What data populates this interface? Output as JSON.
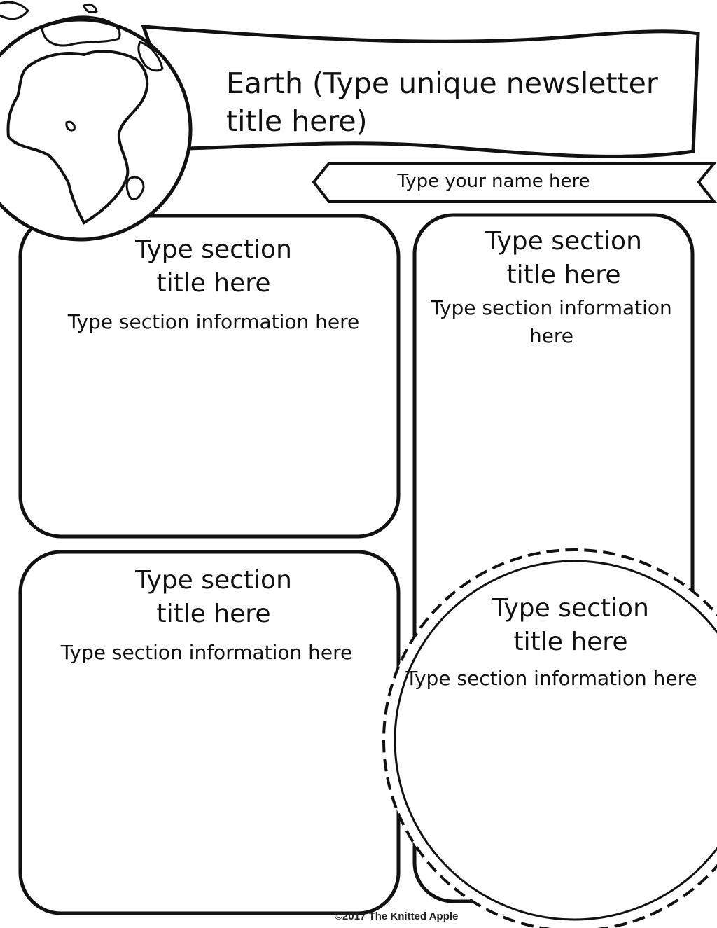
{
  "newsletter": {
    "title": "Earth (Type unique newsletter title here)",
    "author_placeholder": "Type your name here"
  },
  "sections": [
    {
      "title": "Type section title here",
      "info": "Type section information here"
    },
    {
      "title": "Type section title here",
      "info": "Type section information here"
    },
    {
      "title": "Type section title here",
      "info": "Type section information here"
    },
    {
      "title": "Type section title here",
      "info": "Type section information here"
    }
  ],
  "footer": {
    "credit": "©2017 The Knitted Apple"
  },
  "icons": [
    "globe-icon",
    "sun-icon"
  ]
}
